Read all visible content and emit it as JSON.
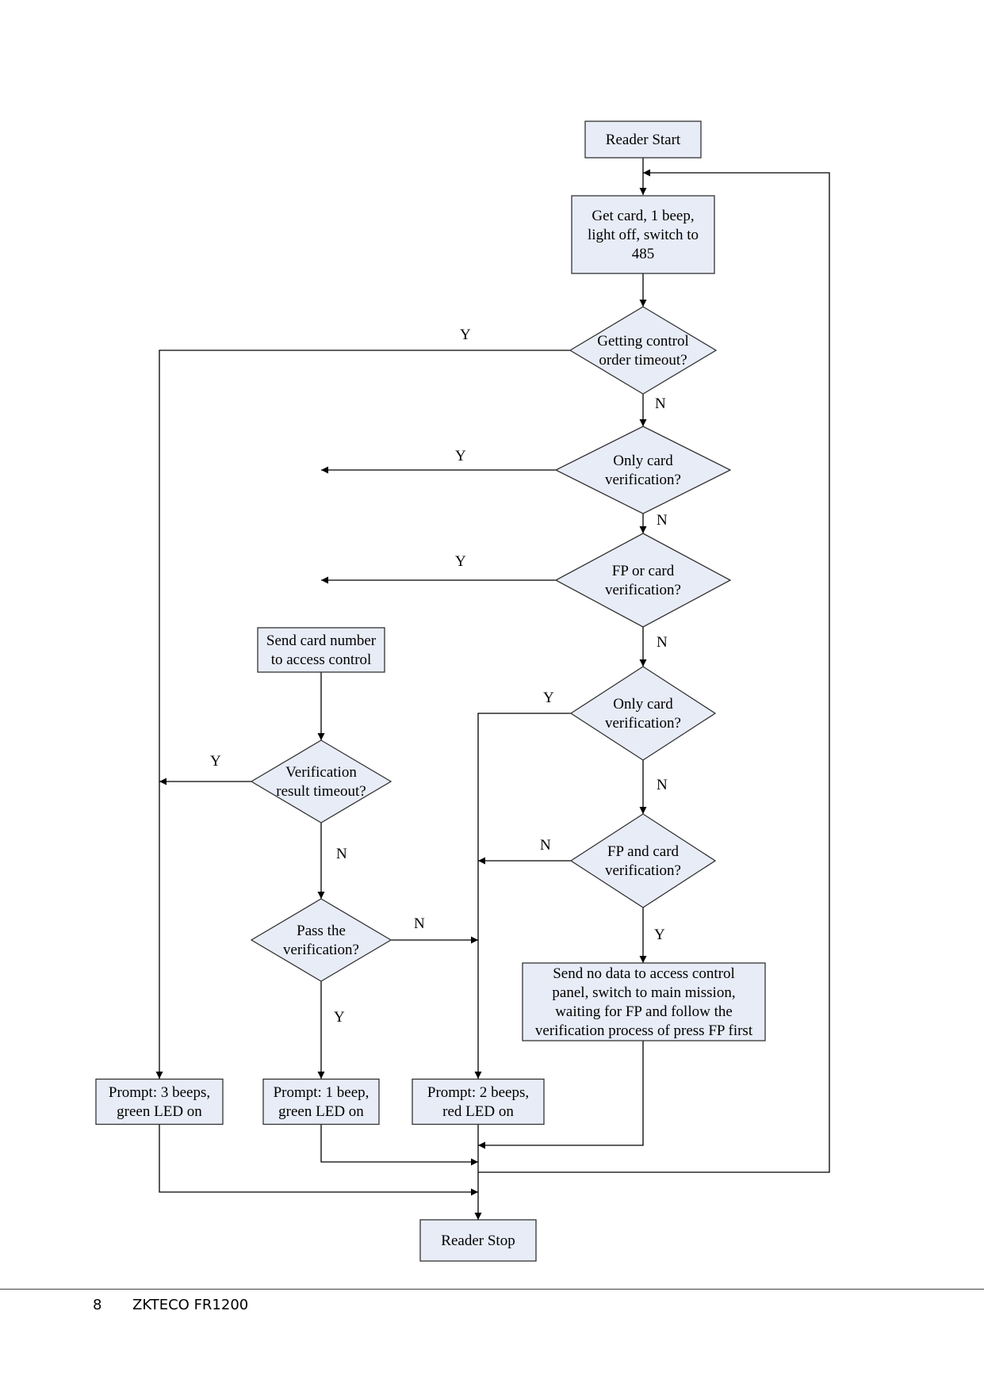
{
  "diagram": {
    "nodes": [
      {
        "id": "reader-start",
        "shape": "rect",
        "lines": [
          "Reader Start"
        ]
      },
      {
        "id": "get-card",
        "shape": "rect",
        "lines": [
          "Get card, 1 beep,",
          "light off, switch to",
          "485"
        ]
      },
      {
        "id": "getting-control",
        "shape": "diamond",
        "lines": [
          "Getting control",
          "order timeout?"
        ]
      },
      {
        "id": "only-card-1",
        "shape": "diamond",
        "lines": [
          "Only card",
          "verification?"
        ]
      },
      {
        "id": "fp-or-card",
        "shape": "diamond",
        "lines": [
          "FP or card",
          "verification?"
        ]
      },
      {
        "id": "send-card-number",
        "shape": "rect",
        "lines": [
          "Send card number",
          "to access control"
        ]
      },
      {
        "id": "only-card-2",
        "shape": "diamond",
        "lines": [
          "Only card",
          "verification?"
        ]
      },
      {
        "id": "verification-timeout",
        "shape": "diamond",
        "lines": [
          "Verification",
          "result timeout?"
        ]
      },
      {
        "id": "fp-and-card",
        "shape": "diamond",
        "lines": [
          "FP and card",
          "verification?"
        ]
      },
      {
        "id": "pass-verification",
        "shape": "diamond",
        "lines": [
          "Pass the",
          "verification?"
        ]
      },
      {
        "id": "send-no-data",
        "shape": "rect",
        "lines": [
          "Send no data to access control",
          "panel, switch to main mission,",
          "waiting for FP and follow the",
          "verification process of press FP first"
        ]
      },
      {
        "id": "prompt-3-beeps",
        "shape": "rect",
        "lines": [
          "Prompt: 3 beeps,",
          "green LED on"
        ]
      },
      {
        "id": "prompt-1-beep",
        "shape": "rect",
        "lines": [
          "Prompt: 1 beep,",
          "green LED on"
        ]
      },
      {
        "id": "prompt-2-beeps",
        "shape": "rect",
        "lines": [
          "Prompt: 2 beeps,",
          "red LED on"
        ]
      },
      {
        "id": "reader-stop",
        "shape": "rect",
        "lines": [
          "Reader Stop"
        ]
      }
    ],
    "edges": [
      {
        "id": "start-to-getcard",
        "from": "reader-start",
        "to": "get-card",
        "label": ""
      },
      {
        "id": "loop-back",
        "from": "junction",
        "to": "get-card",
        "label": ""
      },
      {
        "id": "getcard-to-timeout",
        "from": "get-card",
        "to": "getting-control",
        "label": ""
      },
      {
        "id": "timeout-y",
        "from": "getting-control",
        "to": "prompt-3-beeps",
        "label": "Y"
      },
      {
        "id": "timeout-n",
        "from": "getting-control",
        "to": "only-card-1",
        "label": "N"
      },
      {
        "id": "onlycard1-y",
        "from": "only-card-1",
        "to": "send-card-number",
        "label": "Y"
      },
      {
        "id": "onlycard1-n",
        "from": "only-card-1",
        "to": "fp-or-card",
        "label": "N"
      },
      {
        "id": "fporcard-y",
        "from": "fp-or-card",
        "to": "send-card-number",
        "label": "Y"
      },
      {
        "id": "fporcard-n",
        "from": "fp-or-card",
        "to": "only-card-2",
        "label": "N"
      },
      {
        "id": "sendcard-to-vtimeout",
        "from": "send-card-number",
        "to": "verification-timeout",
        "label": ""
      },
      {
        "id": "vtimeout-y",
        "from": "verification-timeout",
        "to": "prompt-3-beeps",
        "label": "Y"
      },
      {
        "id": "vtimeout-n",
        "from": "verification-timeout",
        "to": "pass-verification",
        "label": "N"
      },
      {
        "id": "onlycard2-y",
        "from": "only-card-2",
        "to": "prompt-2-beeps",
        "label": "Y"
      },
      {
        "id": "onlycard2-n",
        "from": "only-card-2",
        "to": "fp-and-card",
        "label": "N"
      },
      {
        "id": "fpandcard-n",
        "from": "fp-and-card",
        "to": "prompt-2-beeps",
        "label": "N"
      },
      {
        "id": "fpandcard-y",
        "from": "fp-and-card",
        "to": "send-no-data",
        "label": "Y"
      },
      {
        "id": "pass-n",
        "from": "pass-verification",
        "to": "prompt-2-beeps",
        "label": "N"
      },
      {
        "id": "pass-y",
        "from": "pass-verification",
        "to": "prompt-1-beep",
        "label": "Y"
      },
      {
        "id": "sendnodata-to-merge",
        "from": "send-no-data",
        "to": "merge",
        "label": ""
      },
      {
        "id": "prompt1-to-merge",
        "from": "prompt-1-beep",
        "to": "merge",
        "label": ""
      },
      {
        "id": "prompt3-to-merge",
        "from": "prompt-3-beeps",
        "to": "merge",
        "label": ""
      },
      {
        "id": "merge-to-stop",
        "from": "prompt-2-beeps",
        "to": "reader-stop",
        "label": ""
      }
    ]
  },
  "footer": {
    "page_number": "8",
    "document_title": "ZKTECO FR1200"
  }
}
